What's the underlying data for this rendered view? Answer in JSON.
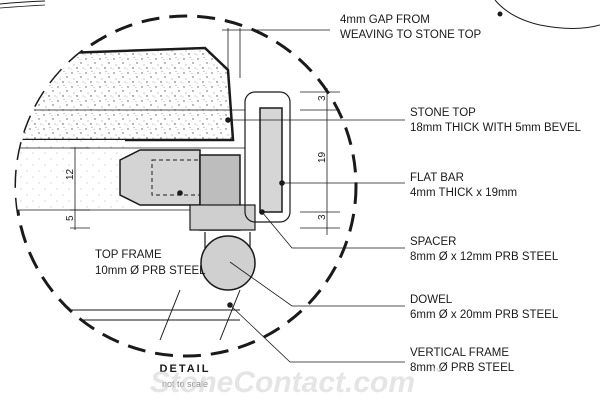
{
  "labels": {
    "gap": {
      "line1": "4mm GAP FROM",
      "line2": "WEAVING TO STONE TOP"
    },
    "stone_top": {
      "line1": "STONE TOP",
      "line2": "18mm THICK WITH 5mm BEVEL"
    },
    "flat_bar": {
      "line1": "FLAT BAR",
      "line2": "4mm THICK x 19mm"
    },
    "spacer": {
      "line1": "SPACER",
      "line2": "8mm Ø x 12mm PRB STEEL"
    },
    "dowel": {
      "line1": "DOWEL",
      "line2": "6mm Ø x 20mm PRB STEEL"
    },
    "vertical_frame": {
      "line1": "VERTICAL FRAME",
      "line2": "8mm Ø PRB STEEL"
    },
    "top_frame": {
      "line1": "TOP FRAME",
      "line2": "10mm Ø PRB STEEL"
    }
  },
  "dimensions": {
    "top_offset": "3",
    "flat_bar_height": "19",
    "bottom_offset": "3",
    "frame_height": "12",
    "bevel": "5"
  },
  "detail": {
    "title": "DETAIL",
    "subtitle": "not to scale"
  },
  "watermark": {
    "text": "StoneContact.com"
  }
}
